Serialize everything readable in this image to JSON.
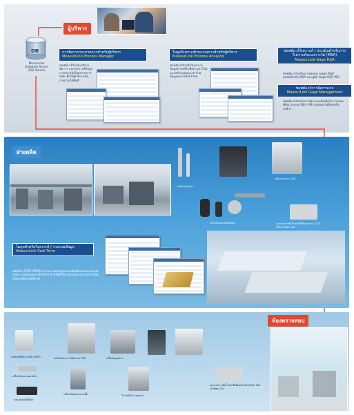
{
  "diagram": {
    "sections": {
      "management": "ผู้บริหาร",
      "production": "ฝ่ายผลิต",
      "inspection": "ห้องตรวจสอบ"
    },
    "db": {
      "label": "DB",
      "caption_lines": [
        "MeasurLink",
        "Database Server",
        "(SQL Server)"
      ]
    },
    "process_manager": {
      "title": "การจัดการกระบวนการสำหรับผู้บริหาร",
      "subtitle": "MeasurLink Process Manager",
      "description": "ซอฟต์แวร์สำหรับบริหาร จัดการ และวิเคราะห์ข้อมูลการตรวจวัดในทุกสายการผลิต เพื่อให้ผู้บริหารเห็นภาพรวมได้ทันที"
    },
    "process_analyzer": {
      "title": "โมดูลวิเคราะห์กระบวนการสำหรับผู้บริหาร",
      "subtitle": "MeasurLink Process Analyzer",
      "description": "ซอฟต์แวร์สำหรับวิเคราะห์ข้อมูลทางสถิติ เพื่อหาแนวโน้มและปรับปรุงคุณภาพ ด้วยข้อมูลแบบ Real-Time"
    },
    "gage_rr": {
      "title": "ซอฟต์แวร์วิเคราะห์ / ประเมินสำหรับการวิเคราะห์ระบบการวัด (MSA)",
      "subtitle": "MeasurLink Gage R&R",
      "description": "ซอฟต์แวร์สำหรับการทดสอบ Gage R&R สอดคล้องกับ MSA และคู่มือ Gage R&R ISO"
    },
    "gage_management": {
      "title": "ซอฟต์แวร์การจัดการเกจ",
      "subtitle": "MeasurLink Gage Management",
      "description": "ซอฟต์แวร์สำหรับการจัดการเครื่องมือวัด การสอบเทียบ และประวัติการใช้งานของเกจทั้งหมดในองค์กร"
    },
    "realtime": {
      "title": "โมดูลสำหรับวิเคราะห์ / รวบรวมข้อมูล",
      "subtitle": "MeasurLink Real-Time",
      "description": "ซอฟต์แวร์ SPC ที่ใช้ในการรวบรวมข้อมูลจากเครื่องมือวัดและอุปกรณ์ต่อพ่วง แสดงผลแบบเรียลไทม์ ช่วยให้ผู้ใช้งานควบคุมกระบวนการผลิตได้อย่างมีประสิทธิภาพ"
    },
    "device_labels": {
      "height_gages": "Height gages",
      "vision": "เครื่องวัดภาพ 3 มิติ",
      "digital_tools": "เครื่องมือวัดแบบดิจิตอล",
      "scale_csv": "อุปกรณ์การชั่งน้ำหนักที่เชื่อมต่อ RS-232C หรือเอาท์พุต CSV",
      "cmm": "เครื่องวัดพิกัด 3 มิติ (CMM)",
      "surface": "เครื่องวัดความหยาบผิว",
      "formtracer": "เครื่องวัดรูปทรง",
      "counter": "จอแสดงผลดิจิตอล",
      "vision_cnc": "เครื่องวัดภาพ 3 มิติ แบบ CNC",
      "projector": "โปรไฟล์โปรเจคเตอร์",
      "hardness": "เครื่องทดสอบความแข็ง",
      "scale_csv_2": "อุปกรณ์การชั่งน้ำหนักที่เชื่อมต่อ RS-232C หรือเอาท์พุต CSV"
    }
  },
  "colors": {
    "accent_red": "#e4462e",
    "title_blue": "#1a4f8f",
    "subtitle_yellow": "#ffe36a",
    "connector": "#e4462e"
  }
}
